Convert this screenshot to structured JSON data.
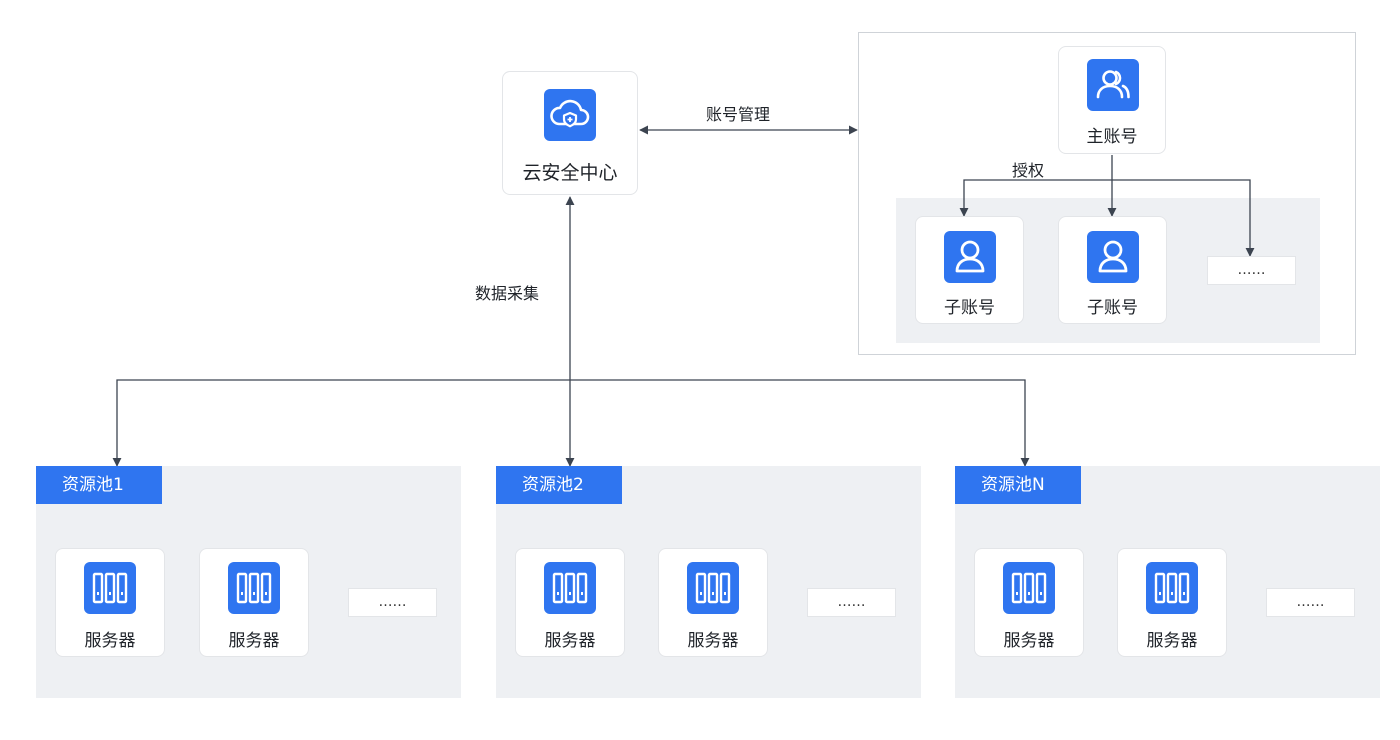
{
  "colors": {
    "accent": "#2f75f0",
    "line": "#3c4450",
    "pool_bg": "#eef0f3",
    "card_border": "#e3e5e8"
  },
  "center": {
    "icon": "cloud-shield-icon",
    "label": "云安全中心"
  },
  "edges": {
    "account_mgmt": "账号管理",
    "data_collection": "数据采集",
    "authorize": "授权"
  },
  "accounts": {
    "main": {
      "icon": "users-icon",
      "label": "主账号"
    },
    "subs": [
      {
        "icon": "user-icon",
        "label": "子账号"
      },
      {
        "icon": "user-icon",
        "label": "子账号"
      }
    ],
    "more": "……"
  },
  "pools": [
    {
      "title": "资源池1",
      "servers": [
        {
          "icon": "server-icon",
          "label": "服务器"
        },
        {
          "icon": "server-icon",
          "label": "服务器"
        }
      ],
      "more": "……"
    },
    {
      "title": "资源池2",
      "servers": [
        {
          "icon": "server-icon",
          "label": "服务器"
        },
        {
          "icon": "server-icon",
          "label": "服务器"
        }
      ],
      "more": "……"
    },
    {
      "title": "资源池N",
      "servers": [
        {
          "icon": "server-icon",
          "label": "服务器"
        },
        {
          "icon": "server-icon",
          "label": "服务器"
        }
      ],
      "more": "……"
    }
  ]
}
